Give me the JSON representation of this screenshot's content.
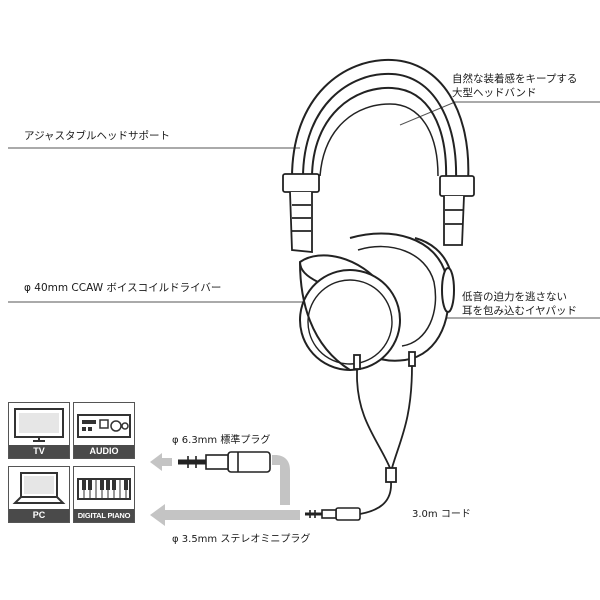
{
  "callouts": {
    "headband_line1": "自然な装着感をキープする",
    "headband_line2": "大型ヘッドバンド",
    "head_support": "アジャスタブルヘッドサポート",
    "driver": "φ 40mm CCAW ボイスコイルドライバー",
    "earpad_line1": "低音の迫力を逃さない",
    "earpad_line2": "耳を包み込むイヤパッド",
    "plug_63": "φ 6.3mm 標準プラグ",
    "plug_35": "φ 3.5mm ステレオミニプラグ",
    "cord": "3.0m コード"
  },
  "devices": [
    {
      "label": "TV",
      "icon": "tv-icon"
    },
    {
      "label": "AUDIO",
      "icon": "audio-icon"
    },
    {
      "label": "PC",
      "icon": "laptop-icon"
    },
    {
      "label": "DIGITAL PIANO",
      "icon": "piano-icon"
    }
  ],
  "colors": {
    "line": "#444444",
    "arrow": "#bfbfbf",
    "caption_bg": "#4a4a4a"
  }
}
